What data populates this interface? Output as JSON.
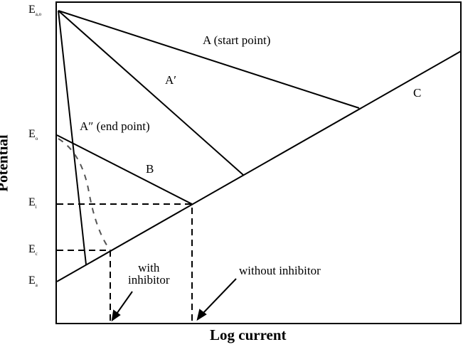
{
  "axes": {
    "x_label": "Log current",
    "y_label": "Potential"
  },
  "y_markers": [
    {
      "symbol": "E",
      "sub": "a,o"
    },
    {
      "symbol": "E",
      "sub": "o"
    },
    {
      "symbol": "E",
      "sub": "i"
    },
    {
      "symbol": "E",
      "sub": "c"
    },
    {
      "symbol": "E",
      "sub": "a"
    }
  ],
  "lines": {
    "a": "A (start point)",
    "a_prime": "A′",
    "a_double_prime": "A″ (end point)",
    "b": "B",
    "c": "C"
  },
  "annotations": {
    "with_inhibitor": "with\ninhibitor",
    "without_inhibitor": "without inhibitor"
  }
}
